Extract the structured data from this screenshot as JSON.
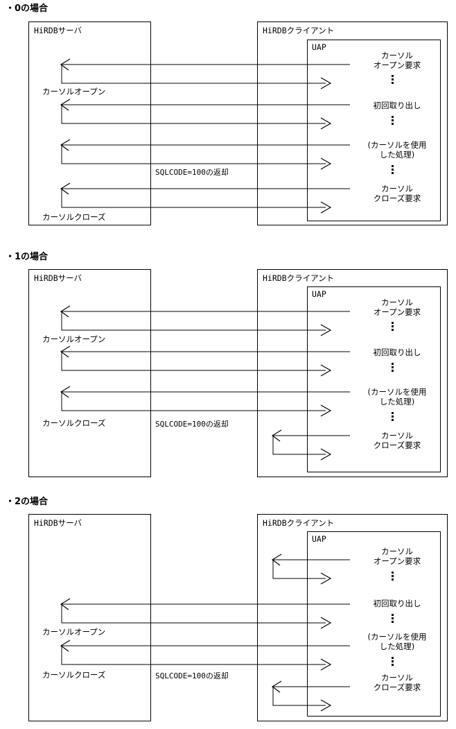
{
  "document": {
    "title_sections": [
      "・0の場合",
      "・1の場合",
      "・2の場合"
    ]
  },
  "labels": {
    "server_box": "HiRDBサーバ",
    "client_box": "HiRDBクライアント",
    "uap_box": "UAP",
    "cursor_open": "カーソルオープン",
    "cursor_close": "カーソルクローズ",
    "sqlcode_return": "SQLCODE=100の返却",
    "uap_open_l1": "カーソル",
    "uap_open_l2": "オープン要求",
    "uap_first_fetch": "初回取り出し",
    "uap_use_l1": "(カーソルを使用",
    "uap_use_l2": "した処理)",
    "uap_close_l1": "カーソル",
    "uap_close_l2": "クローズ要求"
  },
  "sections": [
    {
      "id": "case-0",
      "header": "・0の場合",
      "server_label": "HiRDBサーバ",
      "client_label": "HiRDBクライアント",
      "uap_label": "UAP",
      "server_notes": [
        "カーソルオープン",
        "カーソルクローズ"
      ],
      "middle_note": "SQLCODE=100の返却",
      "uap_steps": [
        {
          "lines": [
            "カーソル",
            "オープン要求"
          ],
          "target": "server"
        },
        {
          "lines": [
            "初回取り出し"
          ],
          "target": "server"
        },
        {
          "lines": [
            "(カーソルを使用",
            "した処理)"
          ],
          "target": "server"
        },
        {
          "lines": [
            "カーソル",
            "クローズ要求"
          ],
          "target": "server"
        }
      ]
    },
    {
      "id": "case-1",
      "header": "・1の場合",
      "server_label": "HiRDBサーバ",
      "client_label": "HiRDBクライアント",
      "uap_label": "UAP",
      "server_notes": [
        "カーソルオープン",
        "カーソルクローズ"
      ],
      "middle_note": "SQLCODE=100の返却",
      "uap_steps": [
        {
          "lines": [
            "カーソル",
            "オープン要求"
          ],
          "target": "server"
        },
        {
          "lines": [
            "初回取り出し"
          ],
          "target": "server"
        },
        {
          "lines": [
            "(カーソルを使用",
            "した処理)"
          ],
          "target": "server"
        },
        {
          "lines": [
            "カーソル",
            "クローズ要求"
          ],
          "target": "client"
        }
      ]
    },
    {
      "id": "case-2",
      "header": "・2の場合",
      "server_label": "HiRDBサーバ",
      "client_label": "HiRDBクライアント",
      "uap_label": "UAP",
      "server_notes": [
        "カーソルオープン",
        "カーソルクローズ"
      ],
      "middle_note": "SQLCODE=100の返却",
      "uap_steps": [
        {
          "lines": [
            "カーソル",
            "オープン要求"
          ],
          "target": "client"
        },
        {
          "lines": [
            "初回取り出し"
          ],
          "target": "server"
        },
        {
          "lines": [
            "(カーソルを使用",
            "した処理)"
          ],
          "target": "server"
        },
        {
          "lines": [
            "カーソル",
            "クローズ要求"
          ],
          "target": "client"
        }
      ]
    }
  ],
  "colors": {
    "line": "#000000",
    "background": "#ffffff",
    "text": "#000000"
  }
}
